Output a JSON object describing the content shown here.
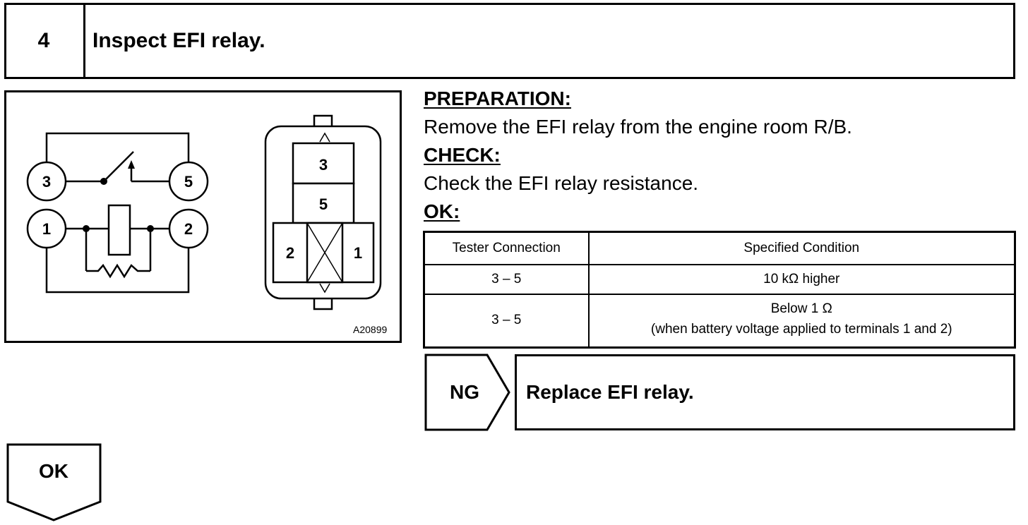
{
  "header": {
    "step_number": "4",
    "title": "Inspect EFI relay."
  },
  "diagram": {
    "figure_code": "A20899",
    "schematic_terminals": [
      "3",
      "5",
      "1",
      "2"
    ],
    "relay_terminals": [
      "3",
      "5",
      "2",
      "1"
    ]
  },
  "preparation": {
    "heading": "PREPARATION:",
    "text": "Remove the EFI relay from the engine room R/B."
  },
  "check": {
    "heading": "CHECK:",
    "text": "Check the EFI relay resistance."
  },
  "ok_section": {
    "heading": "OK:"
  },
  "table": {
    "headers": [
      "Tester Connection",
      "Specified Condition"
    ],
    "rows": [
      {
        "connection": "3 – 5",
        "condition": "10 kΩ higher",
        "note": ""
      },
      {
        "connection": "3 – 5",
        "condition": "Below 1 Ω",
        "note": "(when battery voltage applied to terminals 1 and 2)"
      }
    ]
  },
  "ng": {
    "label": "NG",
    "action": "Replace EFI relay."
  },
  "ok_flow": {
    "label": "OK"
  }
}
